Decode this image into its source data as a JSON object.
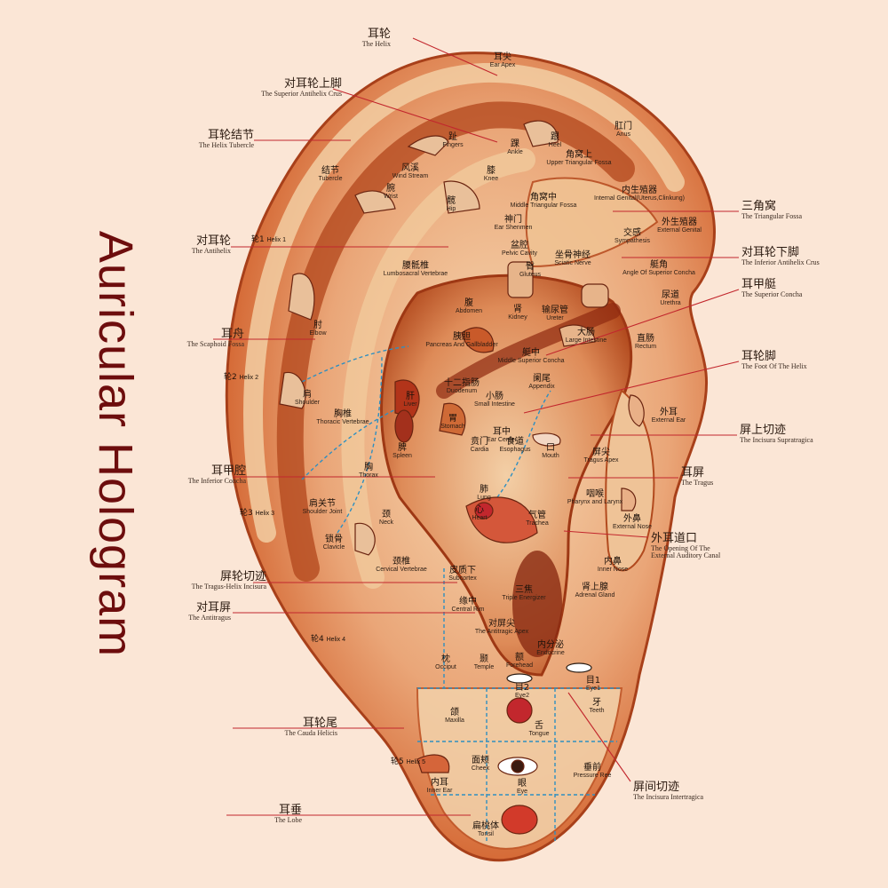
{
  "title": "Auricular Hologram",
  "colors": {
    "background": "#fbe6d6",
    "title": "#6d0d0d",
    "ear_outer": "#c4501f",
    "ear_light": "#f6d9b0",
    "ear_dark": "#8e2a10",
    "leader_line": "#c2272d",
    "zone_line": "#2f8fc0"
  },
  "callouts_left": [
    {
      "zh": "耳轮",
      "en": "The Helix"
    },
    {
      "zh": "对耳轮上脚",
      "en": "The Superior Antihelix Crus"
    },
    {
      "zh": "耳轮结节",
      "en": "The Helix Tubercle"
    },
    {
      "zh": "对耳轮",
      "en": "The Antihelix"
    },
    {
      "zh": "耳舟",
      "en": "The Scaphoid Fossa"
    },
    {
      "zh": "耳甲腔",
      "en": "The Inferior Concha"
    },
    {
      "zh": "屏轮切迹",
      "en": "The Tragus-Helix Incisura"
    },
    {
      "zh": "对耳屏",
      "en": "The Antitragus"
    },
    {
      "zh": "耳轮尾",
      "en": "The Cauda Helicis"
    },
    {
      "zh": "耳垂",
      "en": "The Lobe"
    }
  ],
  "callouts_right": [
    {
      "zh": "三角窝",
      "en": "The Triangular Fossa"
    },
    {
      "zh": "对耳轮下脚",
      "en": "The Inferior Antihelix Crus"
    },
    {
      "zh": "耳甲艇",
      "en": "The Superior Concha"
    },
    {
      "zh": "耳轮脚",
      "en": "The Foot Of The Helix"
    },
    {
      "zh": "屏上切迹",
      "en": "The Incisura Supratragica"
    },
    {
      "zh": "耳屏",
      "en": "The Tragus"
    },
    {
      "zh": "外耳道口",
      "en": "The Opening Of The External Auditory Canal"
    },
    {
      "zh": "屏间切迹",
      "en": "The Incisura Intertragica"
    }
  ],
  "points": [
    {
      "zh": "耳尖",
      "en": "Ear Apex"
    },
    {
      "zh": "肛门",
      "en": "Anus"
    },
    {
      "zh": "趾",
      "en": "Fingers"
    },
    {
      "zh": "跟",
      "en": "Heel"
    },
    {
      "zh": "踝",
      "en": "Ankle"
    },
    {
      "zh": "角窝上",
      "en": "Upper Triangular Fossa"
    },
    {
      "zh": "结节",
      "en": "Tubercle"
    },
    {
      "zh": "风溪",
      "en": "Wind Stream"
    },
    {
      "zh": "腕",
      "en": "Wrist"
    },
    {
      "zh": "膝",
      "en": "Knee"
    },
    {
      "zh": "髋",
      "en": "Hip"
    },
    {
      "zh": "角窝中",
      "en": "Middle Triangular Fossa"
    },
    {
      "zh": "内生殖器",
      "en": "Internal Genital(Uterus,Clinkung)"
    },
    {
      "zh": "神门",
      "en": "Ear Shenmen"
    },
    {
      "zh": "外生殖器",
      "en": "External Genital"
    },
    {
      "zh": "交感",
      "en": "Sympathesis"
    },
    {
      "zh": "盆腔",
      "en": "Pelvic Cavity"
    },
    {
      "zh": "坐骨神经",
      "en": "Sciatic Nerve"
    },
    {
      "zh": "臀",
      "en": "Gluteus"
    },
    {
      "zh": "艇角",
      "en": "Angle Of Superior Concha"
    },
    {
      "zh": "腰骶椎",
      "en": "Lumbosacral Vertebrae"
    },
    {
      "zh": "尿道",
      "en": "Urethra"
    },
    {
      "zh": "腹",
      "en": "Abdomen"
    },
    {
      "zh": "肾",
      "en": "Kidney"
    },
    {
      "zh": "输尿管",
      "en": "Ureter"
    },
    {
      "zh": "肘",
      "en": "Elbow"
    },
    {
      "zh": "胰胆",
      "en": "Pancreas And Gallbladder"
    },
    {
      "zh": "大肠",
      "en": "Large Intestine"
    },
    {
      "zh": "直肠",
      "en": "Rectum"
    },
    {
      "zh": "艇中",
      "en": "Middle Superior Concha"
    },
    {
      "zh": "阑尾",
      "en": "Appendix"
    },
    {
      "zh": "十二指肠",
      "en": "Duodenum"
    },
    {
      "zh": "小肠",
      "en": "Small Intestine"
    },
    {
      "zh": "肩",
      "en": "Shoulder"
    },
    {
      "zh": "肝",
      "en": "Liver"
    },
    {
      "zh": "胸椎",
      "en": "Thoracic Vertebrae"
    },
    {
      "zh": "胃",
      "en": "Stomach"
    },
    {
      "zh": "外耳",
      "en": "External Ear"
    },
    {
      "zh": "脾",
      "en": "Spleen"
    },
    {
      "zh": "贲门",
      "en": "Cardia"
    },
    {
      "zh": "耳中",
      "en": "Ear Center"
    },
    {
      "zh": "食道",
      "en": "Esophagus"
    },
    {
      "zh": "口",
      "en": "Mouth"
    },
    {
      "zh": "屏尖",
      "en": "Tragus Apex"
    },
    {
      "zh": "胸",
      "en": "Thorax"
    },
    {
      "zh": "肺",
      "en": "Lung"
    },
    {
      "zh": "心",
      "en": "Heart"
    },
    {
      "zh": "咽喉",
      "en": "Pharynx and Larynx"
    },
    {
      "zh": "肩关节",
      "en": "Shoulder Joint"
    },
    {
      "zh": "气管",
      "en": "Trachea"
    },
    {
      "zh": "外鼻",
      "en": "External Nose"
    },
    {
      "zh": "颈",
      "en": "Neck"
    },
    {
      "zh": "锁骨",
      "en": "Clavicle"
    },
    {
      "zh": "内鼻",
      "en": "Inner Nose"
    },
    {
      "zh": "颈椎",
      "en": "Cervical Vertebrae"
    },
    {
      "zh": "皮质下",
      "en": "Subcortex"
    },
    {
      "zh": "三焦",
      "en": "Triple Energizer"
    },
    {
      "zh": "肾上腺",
      "en": "Adrenal Gland"
    },
    {
      "zh": "缘中",
      "en": "Central Rim"
    },
    {
      "zh": "对屏尖",
      "en": "The Antitragic Apex"
    },
    {
      "zh": "内分泌",
      "en": "Endocrine"
    },
    {
      "zh": "枕",
      "en": "Occiput"
    },
    {
      "zh": "颞",
      "en": "Temple"
    },
    {
      "zh": "额",
      "en": "Forehead"
    },
    {
      "zh": "目2",
      "en": "Eye2"
    },
    {
      "zh": "目1",
      "en": "Eye1"
    },
    {
      "zh": "牙",
      "en": "Teeth"
    },
    {
      "zh": "颌",
      "en": "Maxilla"
    },
    {
      "zh": "舌",
      "en": "Tongue"
    },
    {
      "zh": "面颊",
      "en": "Cheek"
    },
    {
      "zh": "垂前",
      "en": "Pressure Ree"
    },
    {
      "zh": "内耳",
      "en": "Inner Ear"
    },
    {
      "zh": "眼",
      "en": "Eye"
    },
    {
      "zh": "扁桃体",
      "en": "Tonsil"
    }
  ],
  "helix_points": [
    {
      "zh": "轮1",
      "en": "Helix 1"
    },
    {
      "zh": "轮2",
      "en": "Helix 2"
    },
    {
      "zh": "轮3",
      "en": "Helix 3"
    },
    {
      "zh": "轮4",
      "en": "Helix 4"
    },
    {
      "zh": "轮5",
      "en": "Helix 5"
    }
  ]
}
